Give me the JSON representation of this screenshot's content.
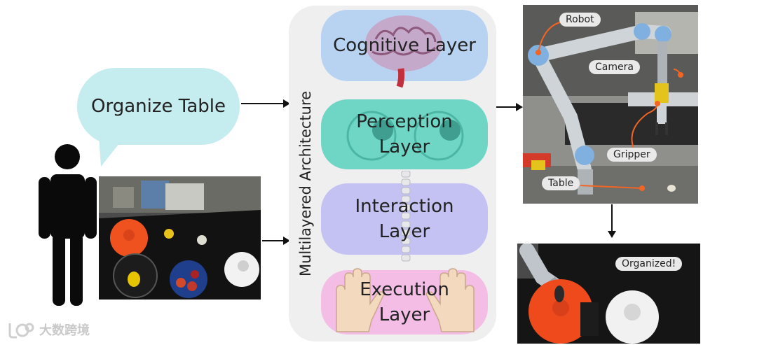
{
  "bubble": {
    "text": "Organize Table"
  },
  "architecture": {
    "title": "Multilayered Architecture"
  },
  "layers": [
    {
      "lines": [
        "Cognitive Layer"
      ],
      "color": "#b8d3f2",
      "icon": "brain-icon"
    },
    {
      "lines": [
        "Perception",
        "Layer"
      ],
      "color": "#6fd6c6",
      "icon": "eyes-icon"
    },
    {
      "lines": [
        "Interaction",
        "Layer"
      ],
      "color": "#c4c2f3",
      "icon": "spine-icon"
    },
    {
      "lines": [
        "Execution",
        "Layer"
      ],
      "color": "#f4bde6",
      "icon": "hands-icon"
    }
  ],
  "robot_labels": {
    "robot": "Robot",
    "camera": "Camera",
    "gripper": "Gripper",
    "table": "Table"
  },
  "result": {
    "badge": "Organized!"
  },
  "watermark": {
    "text": "大数跨境"
  },
  "colors": {
    "accent": "#f26522",
    "bubble": "#c5ecef"
  }
}
